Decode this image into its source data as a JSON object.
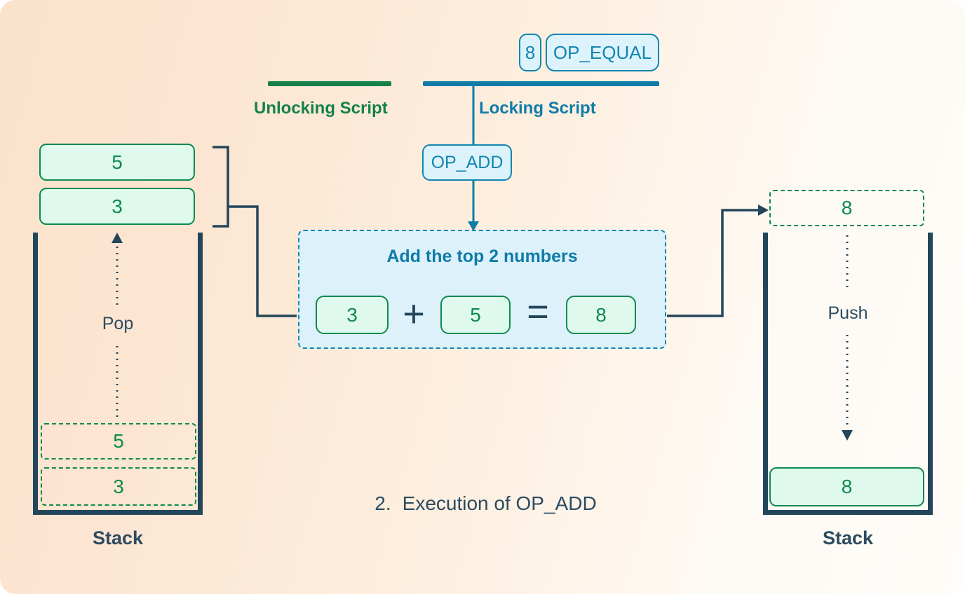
{
  "scripts": {
    "unlocking_label": "Unlocking Script",
    "locking_label": "Locking Script",
    "locking_tokens": [
      "8",
      "OP_EQUAL"
    ],
    "op_add_label": "OP_ADD"
  },
  "left_stack": {
    "popped_items": [
      "5",
      "3"
    ],
    "pop_label": "Pop",
    "ghost_items": [
      "5",
      "3"
    ],
    "label": "Stack"
  },
  "operation": {
    "title": "Add the top 2 numbers",
    "operand_a": "3",
    "plus_sign": "+",
    "operand_b": "5",
    "equals_sign": "=",
    "result": "8"
  },
  "right_stack": {
    "incoming_item": "8",
    "push_label": "Push",
    "pushed_item": "8",
    "label": "Stack"
  },
  "caption": {
    "number": "2.",
    "text": "Execution of OP_ADD"
  },
  "colors": {
    "green": "#0e8a50",
    "green_label": "#14814a",
    "teal": "#1385b0",
    "teal_dark": "#0f7ca8",
    "slate": "#24465a",
    "slate_text": "#2c4b60",
    "mint": "#dffaed",
    "lightblue": "#ddf3fc",
    "centerblue": "#dcf1fa"
  }
}
